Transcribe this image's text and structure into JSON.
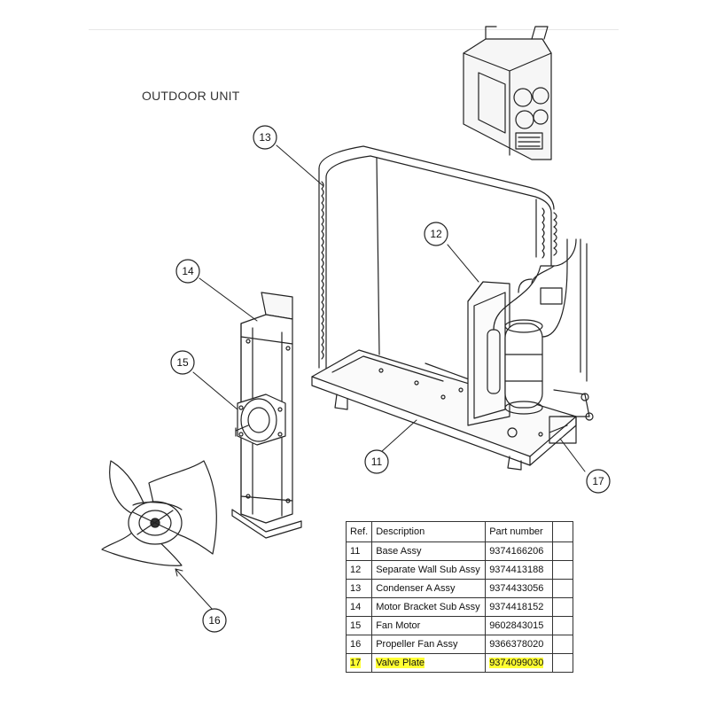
{
  "section_title": "OUTDOOR UNIT",
  "callouts": [
    "13",
    "12",
    "14",
    "15",
    "11",
    "17",
    "16"
  ],
  "table": {
    "headers": {
      "ref": "Ref.",
      "description": "Description",
      "part_number": "Part number"
    },
    "rows": [
      {
        "ref": "11",
        "description": "Base Assy",
        "part_number": "9374166206",
        "highlight": false
      },
      {
        "ref": "12",
        "description": "Separate Wall Sub Assy",
        "part_number": "9374413188",
        "highlight": false
      },
      {
        "ref": "13",
        "description": "Condenser A Assy",
        "part_number": "9374433056",
        "highlight": false
      },
      {
        "ref": "14",
        "description": "Motor Bracket Sub Assy",
        "part_number": "9374418152",
        "highlight": false
      },
      {
        "ref": "15",
        "description": "Fan Motor",
        "part_number": "9602843015",
        "highlight": false
      },
      {
        "ref": "16",
        "description": "Propeller Fan Assy",
        "part_number": "9366378020",
        "highlight": false
      },
      {
        "ref": "17",
        "description": "Valve Plate",
        "part_number": "9374099030",
        "highlight": true
      }
    ]
  },
  "colors": {
    "highlight": "#ffff33",
    "line": "#222222"
  }
}
